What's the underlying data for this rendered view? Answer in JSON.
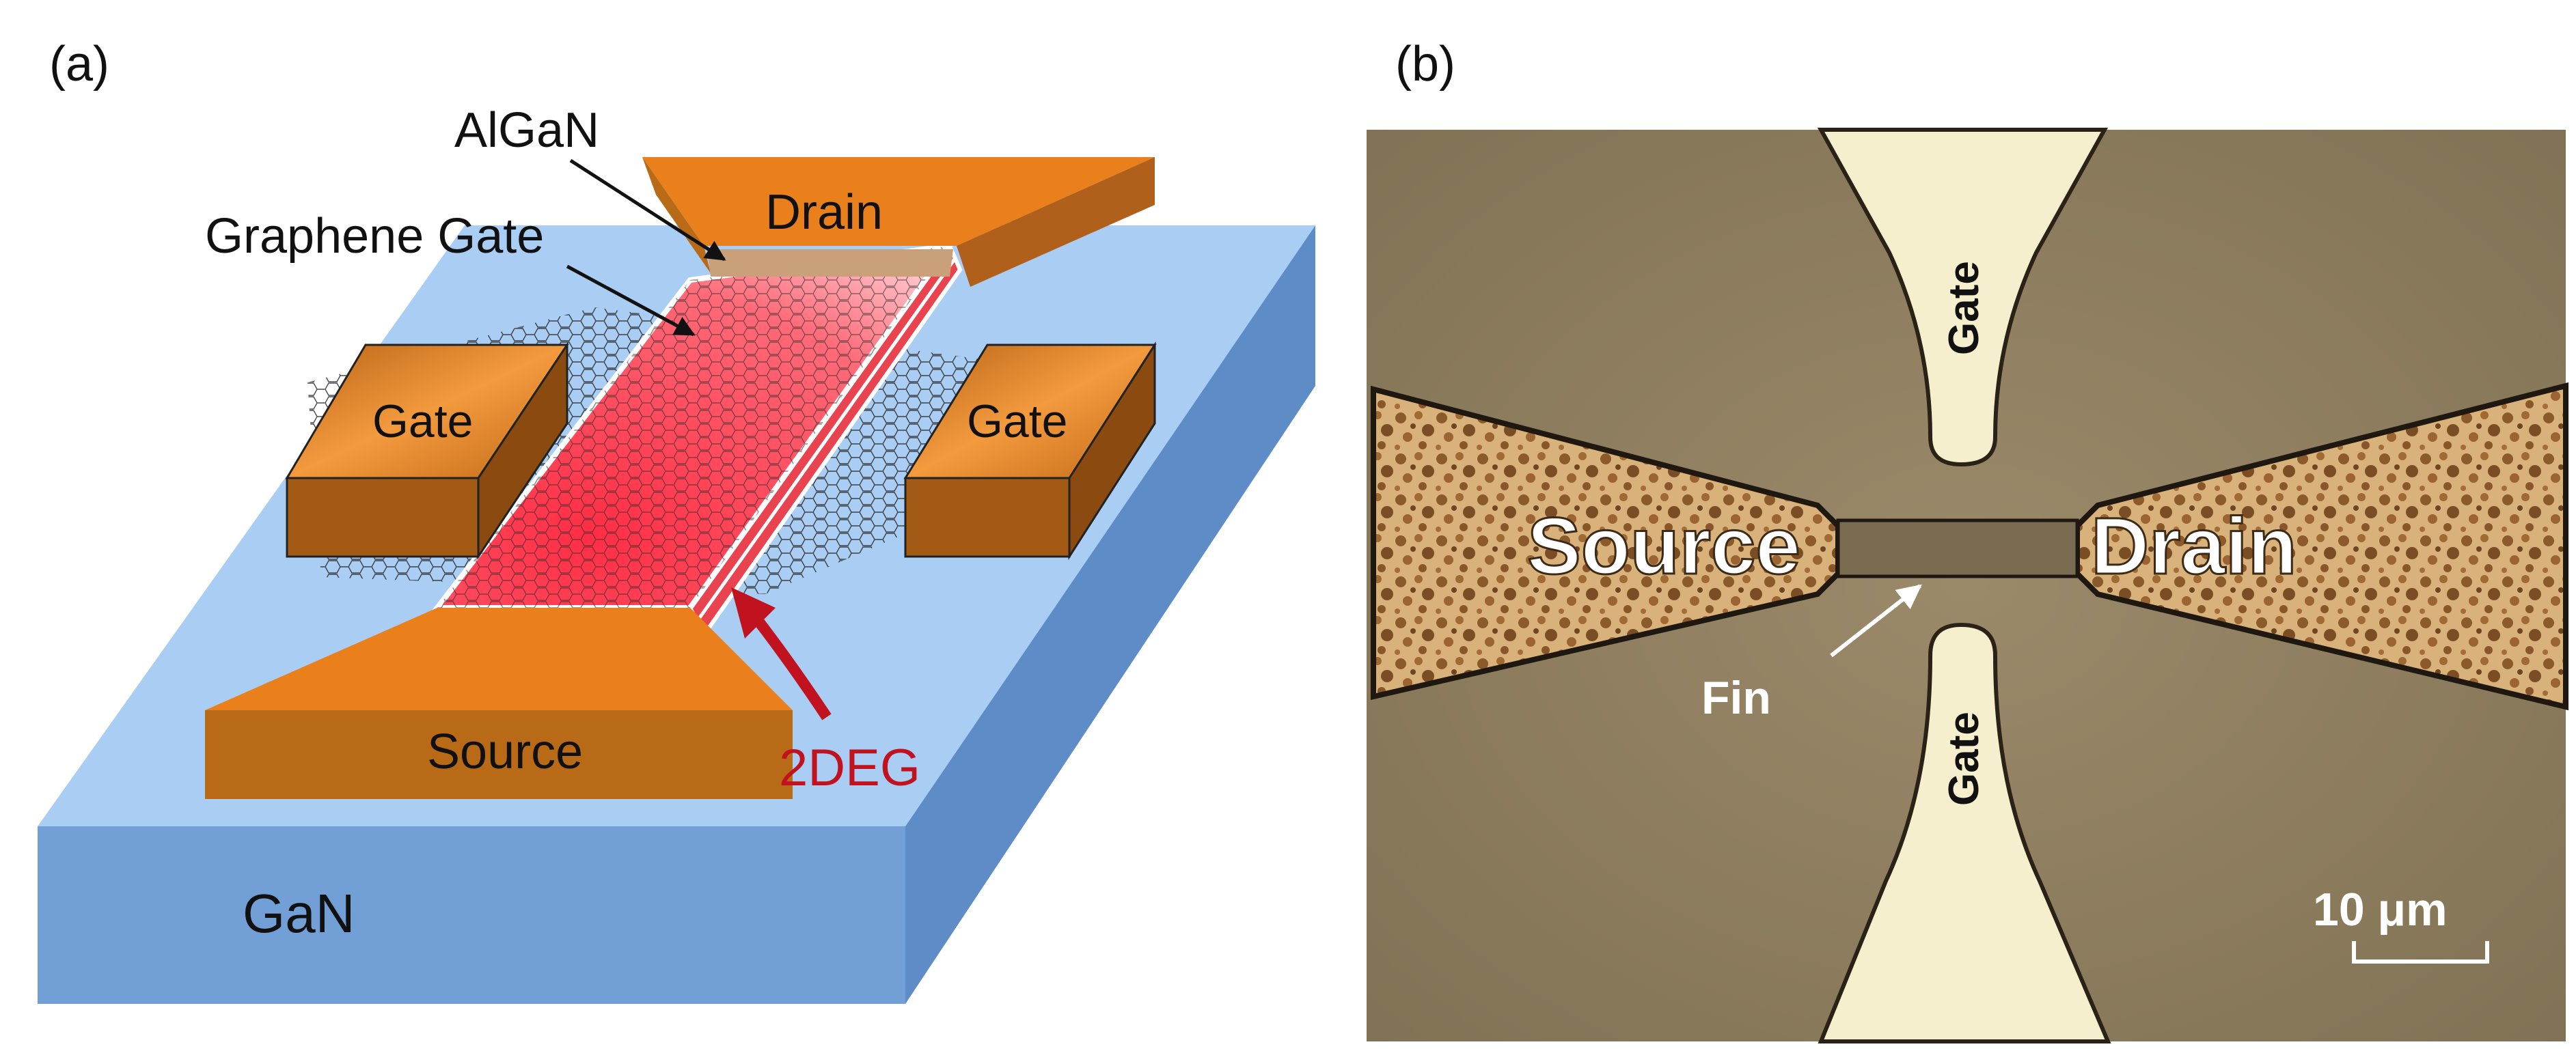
{
  "panel_a": {
    "panel_label": "(a)",
    "labels": {
      "algan": "AlGaN",
      "graphene_gate": "Graphene Gate",
      "drain": "Drain",
      "gate_left": "Gate",
      "gate_right": "Gate",
      "source": "Source",
      "twodeg": "2DEG",
      "gan": "GaN"
    },
    "colors": {
      "substrate_top": "#a9cdf3",
      "substrate_front": "#6f9fd8",
      "substrate_side": "#4f7fb9",
      "contact_top": "#e9801c",
      "contact_front": "#b86a17",
      "channel": "#ff4a5a",
      "twodeg_arrow": "#c0131f"
    }
  },
  "panel_b": {
    "panel_label": "(b)",
    "labels": {
      "gate_top": "Gate",
      "gate_bottom": "Gate",
      "source": "Source",
      "drain": "Drain",
      "fin": "Fin",
      "scale_bar": "10 μm"
    },
    "colors": {
      "background": "#8a7b5f",
      "gate_metal": "#f6efcd",
      "textured_metal": "#c49a5c"
    }
  }
}
